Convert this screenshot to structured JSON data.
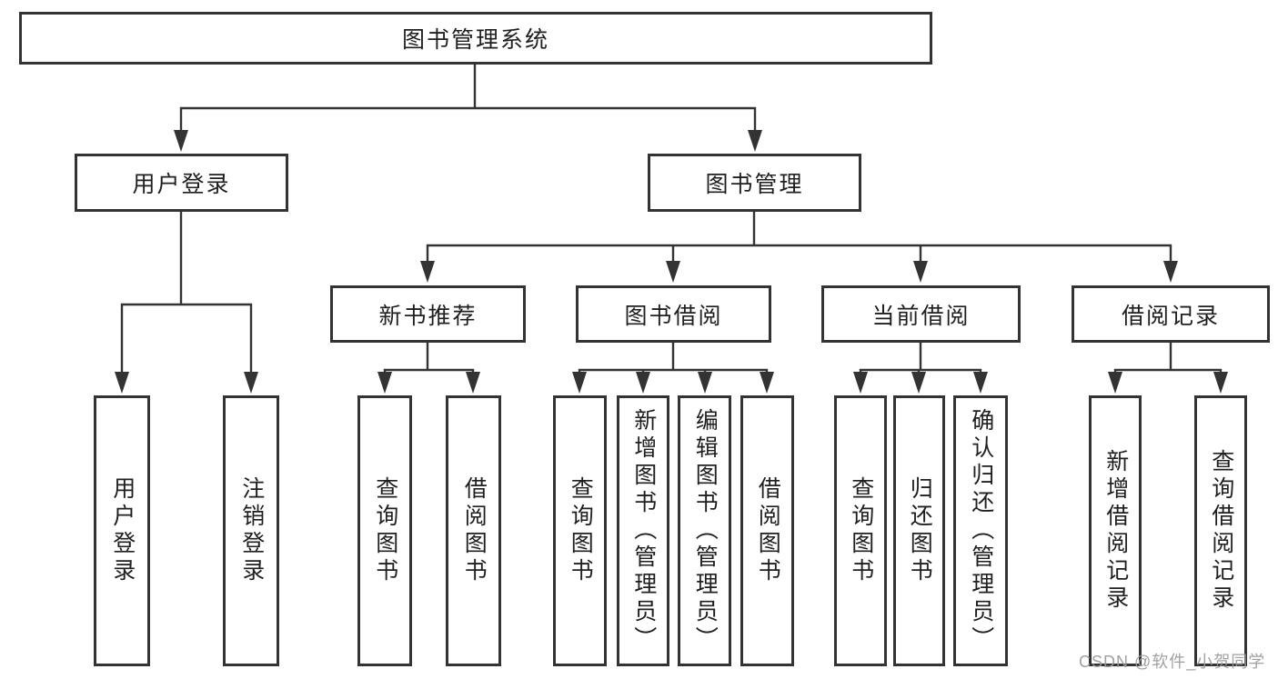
{
  "diagram": {
    "root": {
      "label": "图书管理系统"
    },
    "level2": [
      {
        "label": "用户登录"
      },
      {
        "label": "图书管理"
      }
    ],
    "level3": [
      {
        "label": "新书推荐",
        "parent": "图书管理"
      },
      {
        "label": "图书借阅",
        "parent": "图书管理"
      },
      {
        "label": "当前借阅",
        "parent": "图书管理"
      },
      {
        "label": "借阅记录",
        "parent": "图书管理"
      }
    ],
    "leaves": [
      {
        "label": "用户登录",
        "parent": "用户登录"
      },
      {
        "label": "注销登录",
        "parent": "用户登录"
      },
      {
        "label": "查询图书",
        "parent": "新书推荐"
      },
      {
        "label": "借阅图书",
        "parent": "新书推荐"
      },
      {
        "label": "查询图书",
        "parent": "图书借阅"
      },
      {
        "label": "新增图书（管理员）",
        "parent": "图书借阅"
      },
      {
        "label": "编辑图书（管理员）",
        "parent": "图书借阅"
      },
      {
        "label": "借阅图书",
        "parent": "图书借阅"
      },
      {
        "label": "查询图书",
        "parent": "当前借阅"
      },
      {
        "label": "归还图书",
        "parent": "当前借阅"
      },
      {
        "label": "确认归还（管理员）",
        "parent": "当前借阅"
      },
      {
        "label": "新增借阅记录",
        "parent": "借阅记录"
      },
      {
        "label": "查询借阅记录",
        "parent": "借阅记录"
      }
    ]
  },
  "watermark": {
    "text": "CSDN @软件_小贺同学"
  },
  "colors": {
    "line": "#333333",
    "box_border": "#333333",
    "text": "#1f1f1f",
    "watermark": "#9c9c9c",
    "background": "#ffffff"
  }
}
